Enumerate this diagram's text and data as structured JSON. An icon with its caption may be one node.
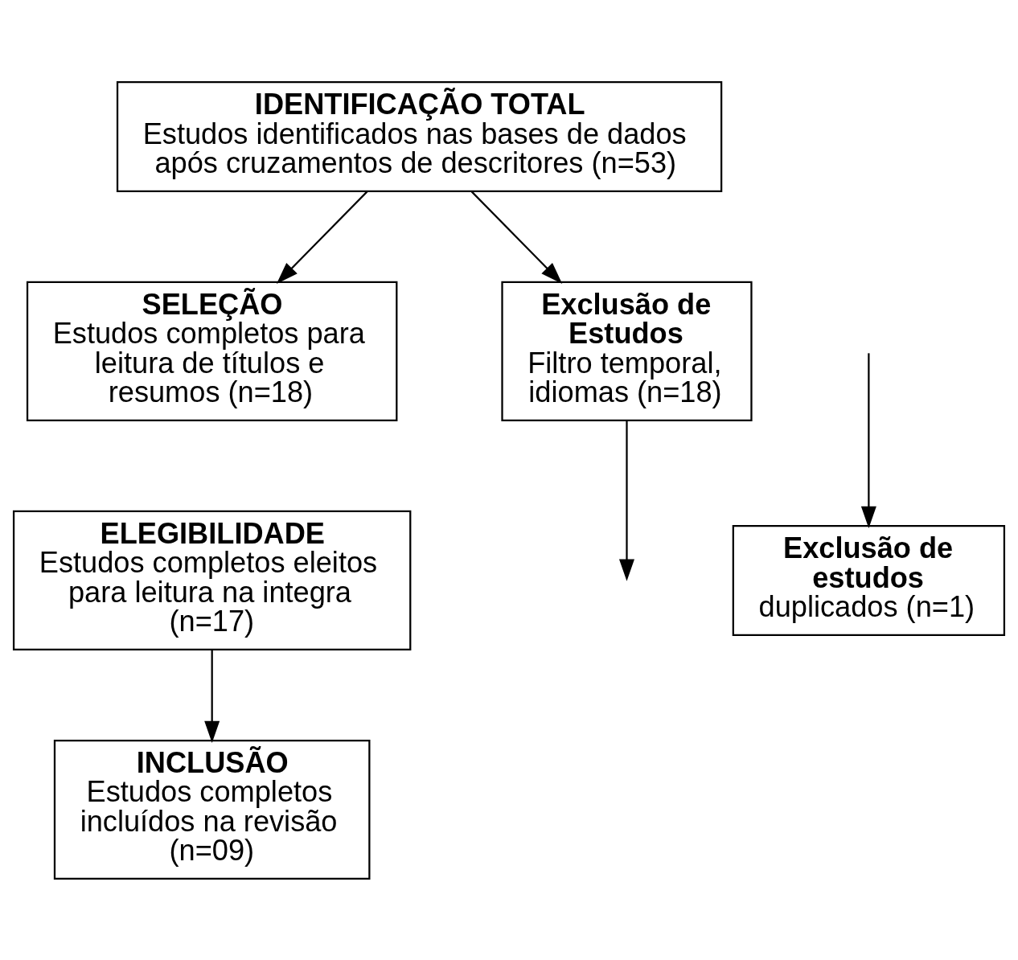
{
  "diagram": {
    "nodes": [
      {
        "text": [
          "IDENTIFICAÇÃO TOTAL",
          "Estudos identificados nas bases de dados após cruzamentos de descritores (n=53)"
        ]
      },
      {
        "text": [
          "SELEÇÃO",
          "Estudos completos para leitura de títulos e resumos (n=18)"
        ]
      },
      {
        "text": [
          "Exclusão de Estudos",
          "Filtro temporal, idiomas (n=18)"
        ]
      },
      {
        "text": [
          "Exclusão de estudos",
          "duplicados (n=1)"
        ]
      },
      {
        "text": [
          "ELEGIBILIDADE",
          "Estudos completos eleitos para leitura na integra (n=17)"
        ]
      },
      {
        "text": [
          "INCLUSÃO",
          "Estudos completos incluídos na revisão (n=09)"
        ]
      }
    ],
    "edges": [
      {
        "from": 0,
        "to": 1,
        "arrow": "to"
      },
      {
        "from": 0,
        "to": 2,
        "arrow": "to"
      },
      {
        "from": 2,
        "to": null,
        "arrow": "to"
      },
      {
        "from": null,
        "to": 3,
        "arrow": "to"
      },
      {
        "from": 4,
        "to": 5,
        "arrow": "to"
      }
    ]
  }
}
